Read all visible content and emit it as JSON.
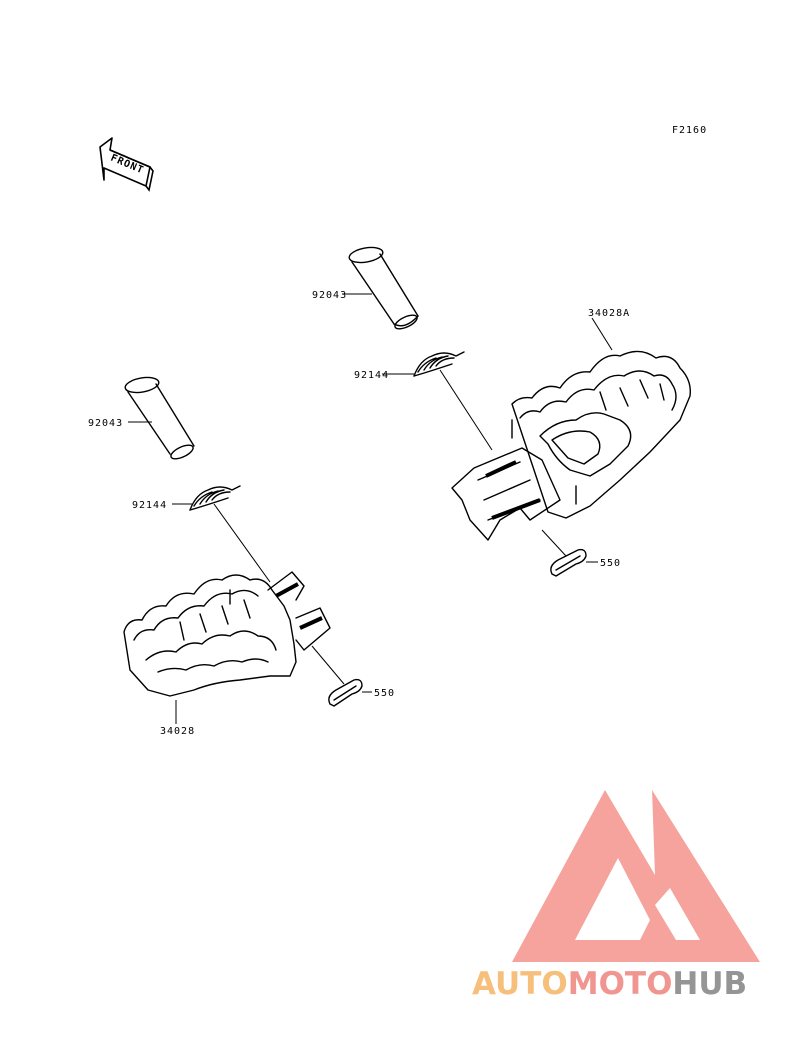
{
  "diagram": {
    "figure_code": "F2160",
    "front_label": "FRONT",
    "callouts": {
      "pin_right": "92043",
      "spring_right": "92144",
      "footpeg_right": "34028A",
      "cotter_right": "550",
      "pin_left": "92043",
      "spring_left": "92144",
      "footpeg_left": "34028",
      "cotter_left": "550"
    }
  },
  "watermark": {
    "part1": "AUTO",
    "part2": "MOTO",
    "part3": "HUB",
    "color_light": "#f7b96e",
    "color_pink": "#f08a84",
    "color_grey": "#8a8a8a"
  }
}
